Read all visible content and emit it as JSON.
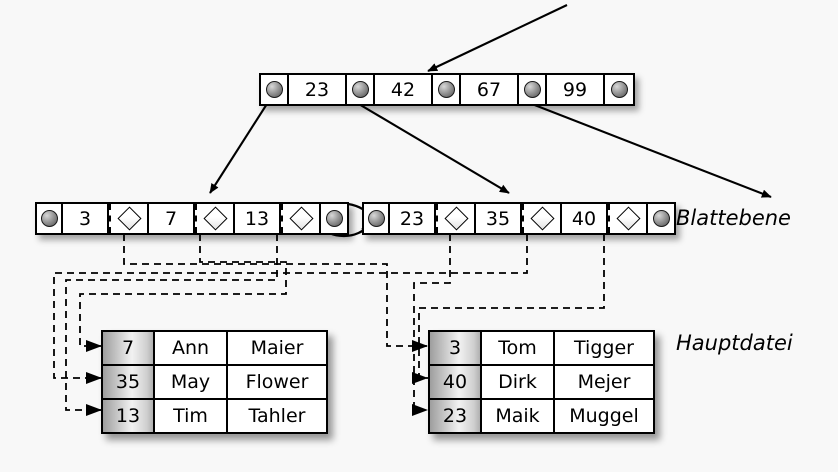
{
  "figure": {
    "title": "B+-Baum mit Blattebene und Hauptdatei",
    "background_color": "#f8f8f8",
    "line_color": "#000000"
  },
  "captions": {
    "leaf_level": "Blattebene",
    "main_file": "Hauptdatei"
  },
  "root_node": {
    "name": "root-index-node",
    "cells": [
      {
        "kind": "pointer",
        "icon": "sphere-pointer-icon",
        "label": ""
      },
      {
        "kind": "key",
        "label": "23"
      },
      {
        "kind": "pointer",
        "icon": "sphere-pointer-icon",
        "label": ""
      },
      {
        "kind": "key",
        "label": "42"
      },
      {
        "kind": "pointer",
        "icon": "sphere-pointer-icon",
        "label": ""
      },
      {
        "kind": "key",
        "label": "67"
      },
      {
        "kind": "pointer",
        "icon": "sphere-pointer-icon",
        "label": ""
      },
      {
        "kind": "key",
        "label": "99"
      },
      {
        "kind": "pointer",
        "icon": "sphere-pointer-icon",
        "label": ""
      }
    ]
  },
  "leaf_left": {
    "name": "leaf-node-left",
    "cells": [
      {
        "kind": "pointer",
        "icon": "sphere-pointer-icon",
        "label": ""
      },
      {
        "kind": "key",
        "label": "3"
      },
      {
        "kind": "diamond",
        "icon": "diamond-pointer-icon",
        "label": ""
      },
      {
        "kind": "key",
        "label": "7"
      },
      {
        "kind": "diamond",
        "icon": "diamond-pointer-icon",
        "label": ""
      },
      {
        "kind": "key",
        "label": "13"
      },
      {
        "kind": "diamond",
        "icon": "diamond-pointer-icon",
        "label": ""
      },
      {
        "kind": "pointer",
        "icon": "sphere-pointer-icon",
        "label": ""
      }
    ]
  },
  "leaf_right": {
    "name": "leaf-node-right",
    "cells": [
      {
        "kind": "pointer",
        "icon": "sphere-pointer-icon",
        "label": ""
      },
      {
        "kind": "key",
        "label": "23"
      },
      {
        "kind": "diamond",
        "icon": "diamond-pointer-icon",
        "label": ""
      },
      {
        "kind": "key",
        "label": "35"
      },
      {
        "kind": "diamond",
        "icon": "diamond-pointer-icon",
        "label": ""
      },
      {
        "kind": "key",
        "label": "40"
      },
      {
        "kind": "diamond",
        "icon": "diamond-pointer-icon",
        "label": ""
      },
      {
        "kind": "pointer",
        "icon": "sphere-pointer-icon",
        "label": ""
      }
    ]
  },
  "table_left": {
    "name": "main-file-table-left",
    "rows": [
      {
        "key": "7",
        "first_name": "Ann",
        "last_name": "Maier"
      },
      {
        "key": "35",
        "first_name": "May",
        "last_name": "Flower"
      },
      {
        "key": "13",
        "first_name": "Tim",
        "last_name": "Tahler"
      }
    ]
  },
  "table_right": {
    "name": "main-file-table-right",
    "rows": [
      {
        "key": "3",
        "first_name": "Tom",
        "last_name": "Tigger"
      },
      {
        "key": "40",
        "first_name": "Dirk",
        "last_name": "Mejer"
      },
      {
        "key": "23",
        "first_name": "Maik",
        "last_name": "Muggel"
      }
    ]
  }
}
